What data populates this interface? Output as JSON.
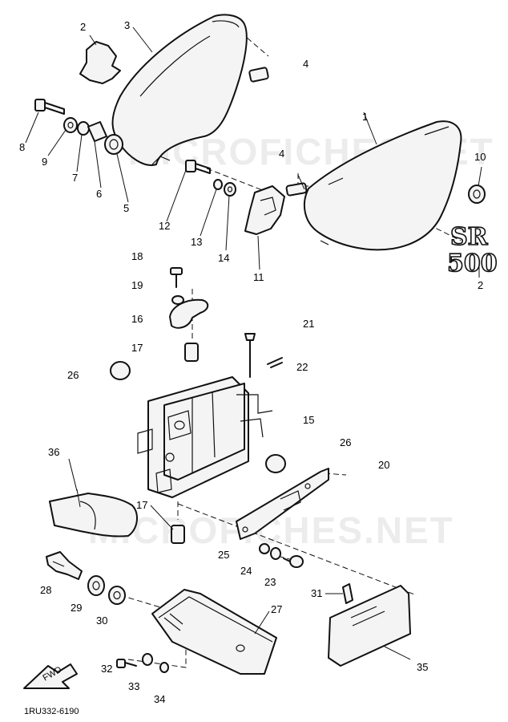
{
  "diagram": {
    "code": "1RU332-6190",
    "watermark": "MICROFICHES.NET",
    "fwd_label": "FWD",
    "badge_line1": "SR",
    "badge_line2": "500",
    "callouts": {
      "c1": "1",
      "c2a": "2",
      "c2b": "2",
      "c3": "3",
      "c4a": "4",
      "c4b": "4",
      "c5": "5",
      "c6": "6",
      "c7": "7",
      "c8": "8",
      "c9": "9",
      "c10": "10",
      "c11": "11",
      "c12": "12",
      "c13": "13",
      "c14": "14",
      "c15": "15",
      "c16": "16",
      "c17a": "17",
      "c17b": "17",
      "c18": "18",
      "c19": "19",
      "c20": "20",
      "c21": "21",
      "c22": "22",
      "c23": "23",
      "c24": "24",
      "c25": "25",
      "c26a": "26",
      "c26b": "26",
      "c27": "27",
      "c28": "28",
      "c29": "29",
      "c30": "30",
      "c31": "31",
      "c32": "32",
      "c33": "33",
      "c34": "34",
      "c35": "35",
      "c36": "36"
    }
  }
}
